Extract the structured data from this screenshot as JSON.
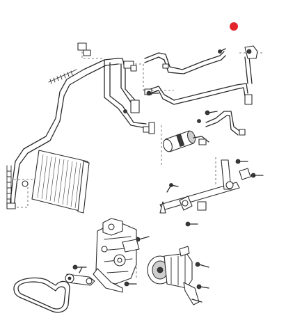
{
  "diagram": {
    "background": "#ffffff",
    "line_color": "#2a2a2a",
    "marker_color": "#e3242b",
    "components": [
      "refrigerant-hose-lines",
      "hose-clamp-brackets",
      "condenser",
      "receiver-drier",
      "mounting-bracket-bar",
      "compressor-mount-bracket",
      "ac-compressor",
      "drive-belt",
      "tensioner-arm",
      "bolts"
    ],
    "marker": {
      "name": "red-dot-marker",
      "shape": "circle"
    }
  }
}
